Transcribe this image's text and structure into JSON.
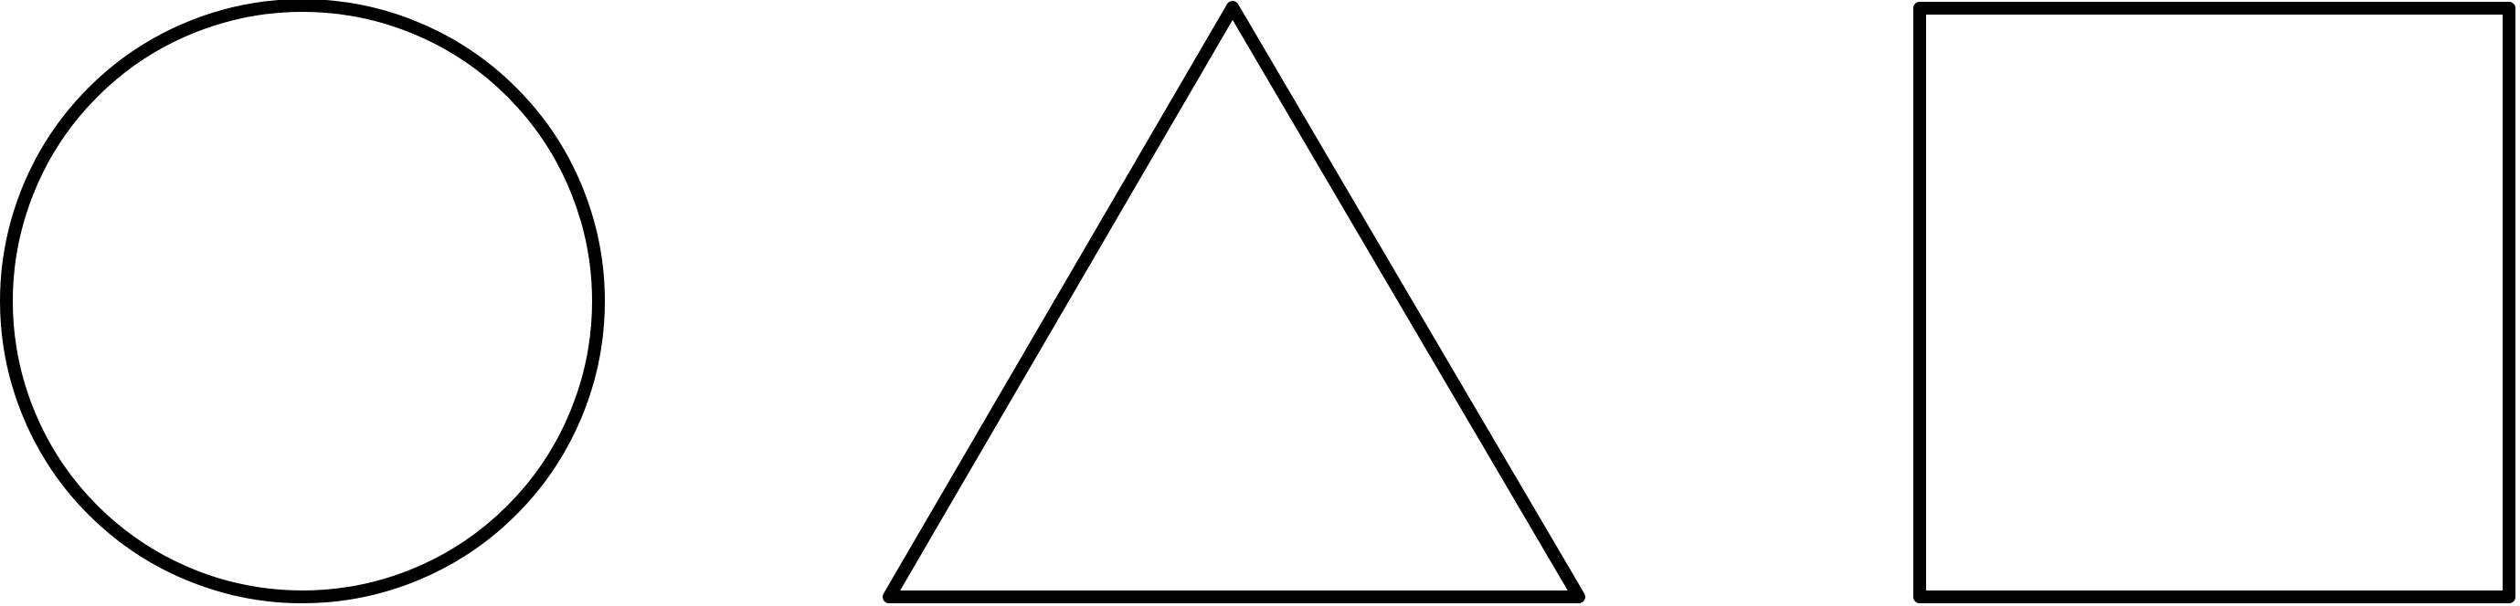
{
  "figure": {
    "background_color": "#ffffff",
    "stroke_color": "#000000",
    "shapes": [
      {
        "kind": "circle"
      },
      {
        "kind": "triangle"
      },
      {
        "kind": "square"
      }
    ]
  }
}
